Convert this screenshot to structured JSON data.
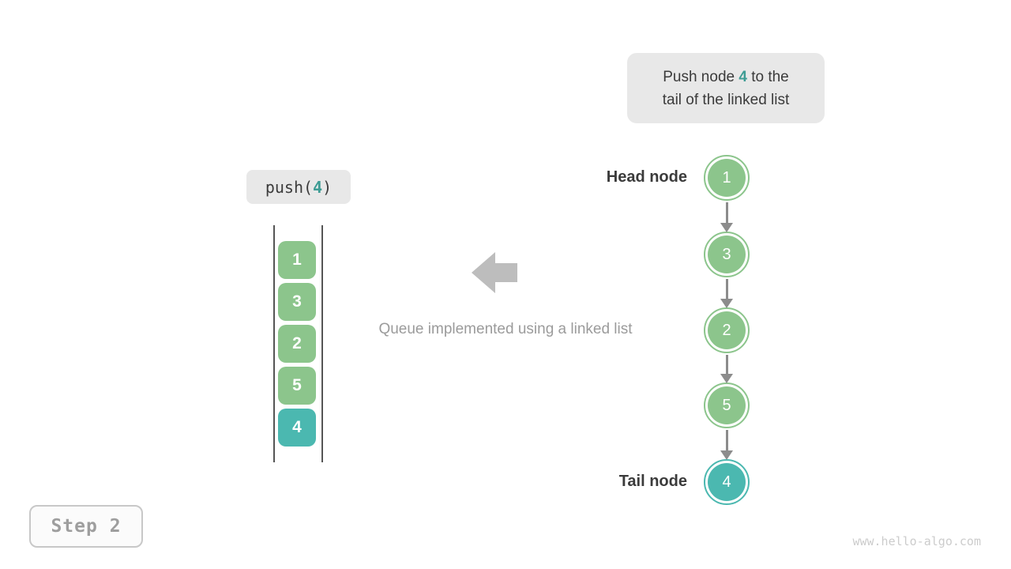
{
  "callout": {
    "text_before": "Push node ",
    "highlight": "4",
    "text_after": " to the",
    "line2": "tail of the linked list"
  },
  "push_label": {
    "prefix": "push(",
    "arg": "4",
    "suffix": ")"
  },
  "stack": {
    "items": [
      {
        "value": "1",
        "highlight": false
      },
      {
        "value": "3",
        "highlight": false
      },
      {
        "value": "2",
        "highlight": false
      },
      {
        "value": "5",
        "highlight": false
      },
      {
        "value": "4",
        "highlight": true
      }
    ]
  },
  "caption": "Queue implemented using a linked list",
  "linked_list": {
    "head_label": "Head node",
    "tail_label": "Tail node",
    "nodes": [
      {
        "value": "1",
        "highlight": false
      },
      {
        "value": "3",
        "highlight": false
      },
      {
        "value": "2",
        "highlight": false
      },
      {
        "value": "5",
        "highlight": false
      },
      {
        "value": "4",
        "highlight": true
      }
    ]
  },
  "step_badge": "Step 2",
  "watermark": "www.hello-algo.com",
  "colors": {
    "green": "#8CC58C",
    "teal": "#4BB8B0",
    "teal-accent": "#3D9C94",
    "gray-arrow": "#BDBDBD",
    "gray-link": "#8C8C8C",
    "text-dark": "#3B3B3B",
    "text-gray": "#9B9B9B",
    "bubble-bg": "#E8E8E8",
    "stack-line": "#555555",
    "badge-border": "#C8C8C8",
    "badge-text": "#9E9E9E",
    "watermark": "#CCCCCC"
  }
}
